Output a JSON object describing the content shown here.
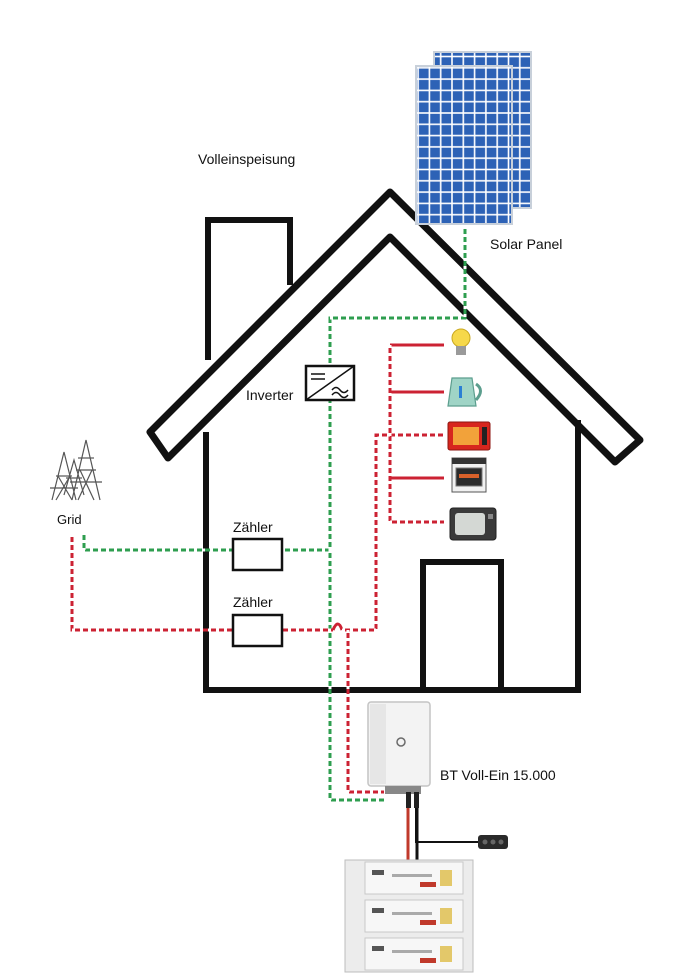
{
  "title": "Volleinspeisung",
  "labels": {
    "solar_panel": "Solar Panel",
    "inverter": "Inverter",
    "grid": "Grid",
    "meter_1": "Zähler",
    "meter_2": "Zähler",
    "battery_system": "BT Voll-Ein 15.000"
  },
  "colors": {
    "house_outline": "#111111",
    "green_line": "#2e9e4f",
    "red_line": "#cc2233",
    "panel_blue": "#2d62b6"
  },
  "appliances": [
    "light-bulb-icon",
    "kettle-icon",
    "microwave-icon",
    "oven-icon",
    "tv-icon"
  ]
}
